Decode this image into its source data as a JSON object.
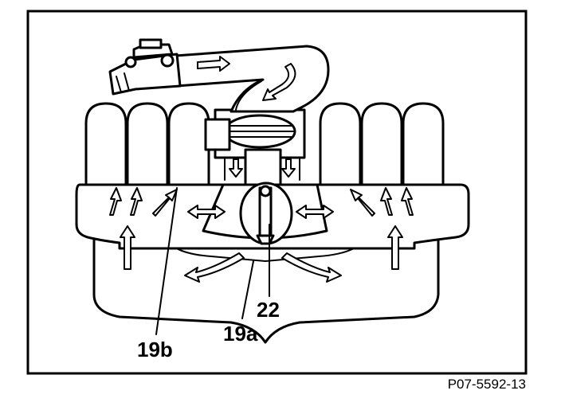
{
  "labels": {
    "part_19b": "19b",
    "part_19a": "19a",
    "part_22": "22"
  },
  "figure_id": "P07-5592-13",
  "colors": {
    "line": "#000000",
    "background": "#ffffff"
  }
}
